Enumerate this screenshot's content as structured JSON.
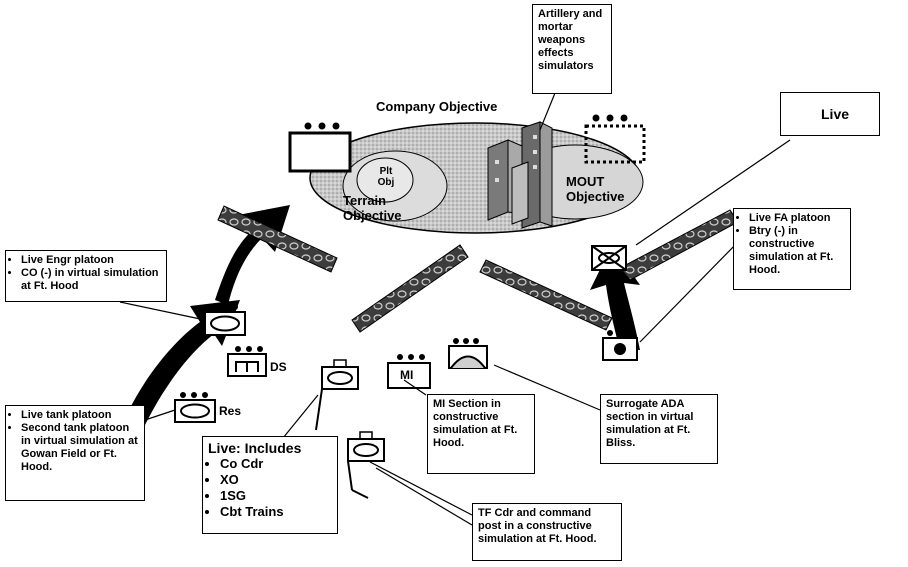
{
  "labels": {
    "company_objective": "Company Objective",
    "plt_obj_line1": "Plt",
    "plt_obj_line2": "Obj",
    "terrain_line1": "Terrain",
    "terrain_line2": "Objective",
    "mout_line1": "MOUT",
    "mout_line2": "Objective",
    "ds": "DS",
    "res": "Res",
    "mi": "MI"
  },
  "callouts": {
    "artillery": "Artillery and mortar weapons effects simulators",
    "live": "Live",
    "fa": [
      "Live FA platoon",
      "Btry (-) in constructive simulation at Ft. Hood."
    ],
    "engr": [
      "Live Engr platoon",
      "CO (-) in virtual simulation at Ft. Hood"
    ],
    "tank": [
      "Live tank platoon",
      "Second tank platoon in virtual simulation at Gowan Field or Ft. Hood."
    ],
    "live_includes": {
      "title": "Live: Includes",
      "items": [
        "Co Cdr",
        "XO",
        "1SG",
        "Cbt Trains"
      ]
    },
    "mi_section": "MI Section in constructive simulation at Ft. Hood.",
    "ada": "Surrogate ADA section in virtual simulation at Ft. Bliss.",
    "tf": "TF Cdr and command post in a constructive simulation at Ft. Hood."
  },
  "colors": {
    "ink": "#000000",
    "ellipse_fill": "#c9c9c9",
    "bar_fill": "#4a4a4a",
    "building": "#8a8a8a"
  }
}
